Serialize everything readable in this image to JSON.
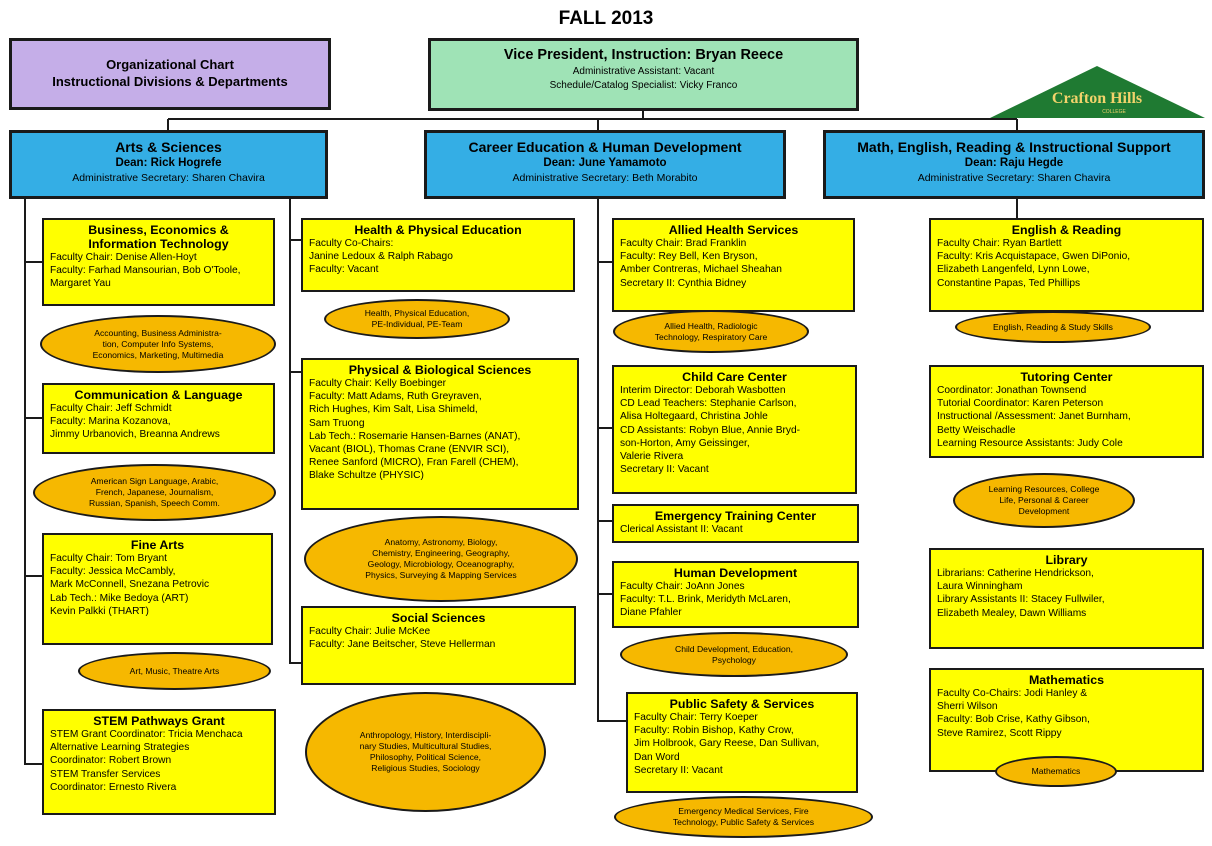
{
  "page_title": "FALL 2013",
  "org_chart": {
    "line1": "Organizational Chart",
    "line2": "Instructional Divisions & Departments"
  },
  "vp": {
    "title": "Vice President, Instruction: Bryan Reece",
    "lines": [
      "Administrative Assistant: Vacant",
      "Schedule/Catalog Specialist: Vicky Franco"
    ]
  },
  "logo": {
    "name": "Crafton Hills",
    "sub": "COLLEGE"
  },
  "divisions": [
    {
      "title": "Arts & Sciences",
      "dean": "Dean: Rick Hogrefe",
      "secretary": "Administrative Secretary: Sharen Chavira"
    },
    {
      "title": "Career Education & Human Development",
      "dean": "Dean: June Yamamoto",
      "secretary": "Administrative Secretary: Beth Morabito"
    },
    {
      "title": "Math, English, Reading & Instructional Support",
      "dean": "Dean: Raju Hegde",
      "secretary": "Administrative Secretary: Sharen Chavira"
    }
  ],
  "departments": [
    {
      "title": "Business,  Economics &\nInformation Technology",
      "lines": [
        "Faculty Chair: Denise Allen-Hoyt",
        "Faculty: Farhad Mansourian, Bob O'Toole,",
        "Margaret Yau"
      ],
      "oval": "Accounting, Business Administra-\ntion, Computer Info Systems,\nEconomics, Marketing, Multimedia"
    },
    {
      "title": "Communication & Language",
      "lines": [
        "Faculty Chair: Jeff Schmidt",
        "Faculty: Marina Kozanova,",
        "Jimmy Urbanovich, Breanna Andrews"
      ],
      "oval": "American Sign Language, Arabic,\nFrench, Japanese, Journalism,\nRussian, Spanish, Speech Comm."
    },
    {
      "title": "Fine Arts",
      "lines": [
        "Faculty Chair: Tom Bryant",
        "Faculty: Jessica McCambly,",
        "Mark McConnell, Snezana Petrovic",
        "Lab Tech.: Mike  Bedoya (ART)",
        "Kevin Palkki (THART)"
      ],
      "oval": "Art, Music, Theatre Arts"
    },
    {
      "title": "STEM Pathways Grant",
      "lines": [
        "STEM Grant Coordinator: Tricia Menchaca",
        "Alternative Learning Strategies",
        "  Coordinator: Robert Brown",
        "STEM Transfer Services",
        "  Coordinator: Ernesto Rivera"
      ]
    },
    {
      "title": "Health & Physical Education",
      "lines": [
        "Faculty Co-Chairs:",
        "Janine Ledoux & Ralph Rabago",
        "Faculty:  Vacant"
      ],
      "oval": "Health, Physical Education,\nPE-Individual, PE-Team"
    },
    {
      "title": "Physical & Biological Sciences",
      "lines": [
        "Faculty Chair: Kelly Boebinger",
        "Faculty: Matt Adams, Ruth Greyraven,",
        "Rich Hughes, Kim Salt, Lisa Shimeld,",
        "Sam Truong",
        "Lab Tech.: Rosemarie Hansen-Barnes (ANAT),",
        "Vacant (BIOL), Thomas Crane (ENVIR SCI),",
        "Renee Sanford (MICRO), Fran Farell (CHEM),",
        "Blake Schultze (PHYSIC)"
      ],
      "oval": "Anatomy, Astronomy, Biology,\nChemistry, Engineering, Geography,\nGeology, Microbiology, Oceanography,\nPhysics, Surveying & Mapping Services"
    },
    {
      "title": "Social Sciences",
      "lines": [
        "Faculty Chair: Julie McKee",
        "Faculty: Jane Beitscher, Steve Hellerman"
      ],
      "oval": "Anthropology, History, Interdiscipli-\nnary Studies,  Multicultural Studies,\nPhilosophy, Political Science,\nReligious Studies, Sociology"
    },
    {
      "title": "Allied Health Services",
      "lines": [
        "Faculty Chair: Brad Franklin",
        "Faculty: Rey Bell, Ken Bryson,",
        "Amber Contreras, Michael Sheahan",
        "Secretary II: Cynthia Bidney"
      ],
      "oval": "Allied Health, Radiologic\nTechnology, Respiratory Care"
    },
    {
      "title": "Child Care Center",
      "lines": [
        "Interim Director:  Deborah Wasbotten",
        "CD Lead Teachers: Stephanie Carlson,",
        "Alisa Holtegaard, Christina Johle",
        "CD Assistants: Robyn Blue, Annie Bryd-",
        "son-Horton, Amy Geissinger,",
        "Valerie Rivera",
        "Secretary II: Vacant"
      ]
    },
    {
      "title": "Emergency Training Center",
      "lines": [
        "Clerical Assistant II:  Vacant"
      ]
    },
    {
      "title": "Human Development",
      "lines": [
        "Faculty Chair: JoAnn Jones",
        "Faculty: T.L. Brink, Meridyth McLaren,",
        "Diane Pfahler"
      ],
      "oval": "Child Development, Education,\nPsychology"
    },
    {
      "title": "Public Safety & Services",
      "lines": [
        "Faculty Chair: Terry Koeper",
        "Faculty: Robin Bishop, Kathy Crow,",
        "Jim Holbrook, Gary Reese, Dan Sullivan,",
        "Dan Word",
        "Secretary II: Vacant"
      ],
      "oval": "Emergency Medical Services, Fire\nTechnology, Public Safety & Services"
    },
    {
      "title": "English & Reading",
      "lines": [
        "Faculty Chair: Ryan Bartlett",
        "Faculty: Kris Acquistapace, Gwen DiPonio,",
        "Elizabeth Langenfeld, Lynn Lowe,",
        "Constantine Papas, Ted Phillips"
      ],
      "oval": "English, Reading & Study Skills"
    },
    {
      "title": "Tutoring Center",
      "lines": [
        "Coordinator:  Jonathan Townsend",
        "Tutorial Coordinator: Karen Peterson",
        "Instructional /Assessment: Janet Burnham,",
        "Betty Weischadle",
        "Learning Resource Assistants: Judy Cole"
      ],
      "oval": "Learning Resources, College\nLife, Personal & Career\nDevelopment"
    },
    {
      "title": "Library",
      "lines": [
        "Librarians: Catherine Hendrickson,",
        "Laura Winningham",
        "Library Assistants II: Stacey Fullwiler,",
        "Elizabeth Mealey, Dawn Williams"
      ]
    },
    {
      "title": "Mathematics",
      "lines": [
        "Faculty Co-Chairs: Jodi Hanley &",
        "Sherri Wilson",
        "Faculty: Bob Crise, Kathy Gibson,",
        "Steve Ramirez, Scott Rippy"
      ],
      "oval": "Mathematics"
    }
  ],
  "colors": {
    "org_box": "#c5aee8",
    "vp_box": "#9fe3b6",
    "division": "#34aee5",
    "department": "#ffff00",
    "oval": "#f6b800",
    "logo": "#1f7a32"
  }
}
